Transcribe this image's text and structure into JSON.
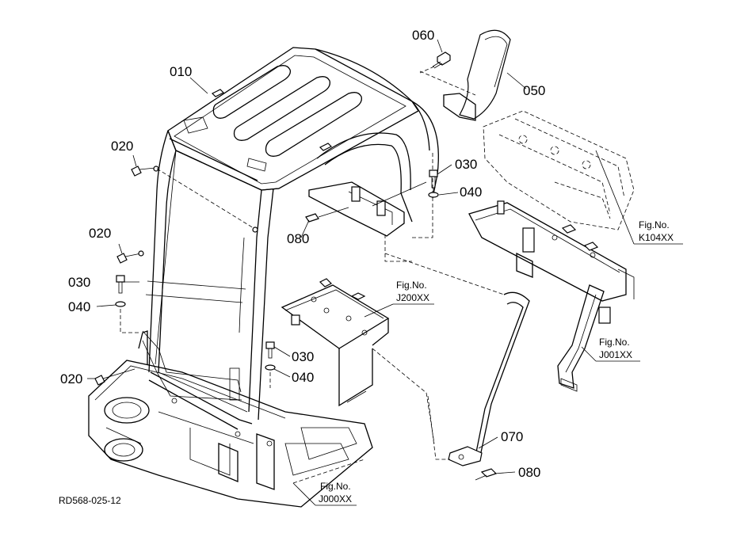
{
  "callouts": {
    "c010": "010",
    "c020a": "020",
    "c020b": "020",
    "c020c": "020",
    "c030a": "030",
    "c030b": "030",
    "c030c": "030",
    "c040a": "040",
    "c040b": "040",
    "c040c": "040",
    "c050": "050",
    "c060": "060",
    "c070": "070",
    "c080a": "080",
    "c080b": "080"
  },
  "figure_refs": {
    "k104_label": "Fig.No.",
    "k104_code": "K104XX",
    "j200_label": "Fig.No.",
    "j200_code": "J200XX",
    "j001_label": "Fig.No.",
    "j001_code": "J001XX",
    "j000_label": "Fig.No.",
    "j000_code": "J000XX"
  },
  "drawing_code": "RD568-025-12"
}
